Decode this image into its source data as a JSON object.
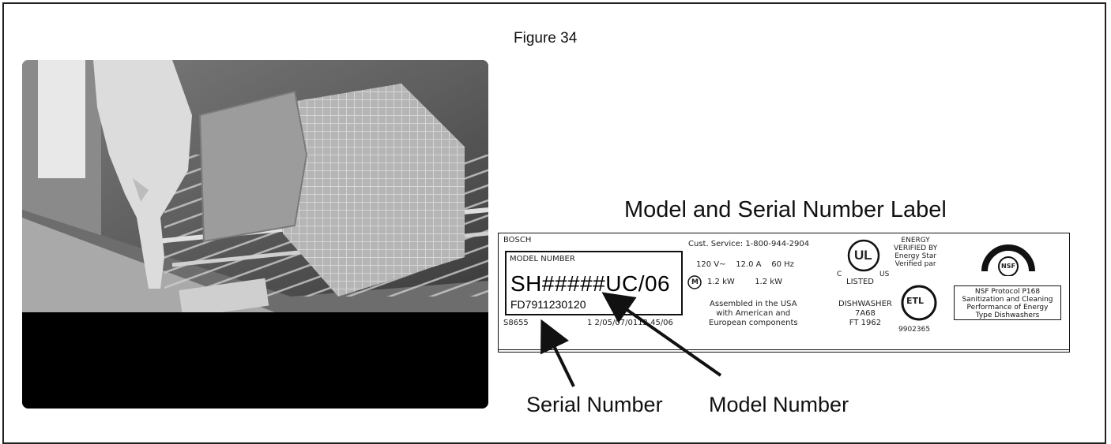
{
  "figure_label": "Figure 34",
  "label_title": "Model and Serial Number Label",
  "photo": {
    "description_icon": "dishwasher-basket-photo"
  },
  "plate": {
    "brand": "BOSCH",
    "model_heading": "MODEL NUMBER",
    "model_number": "SH#####UC/06",
    "serial_number": "FD7911230120",
    "small_left": "S8655",
    "small_codes": "1 2/05/07/0112 45/06",
    "service_line": "Cust. Service: 1-800-944-2904",
    "volt_line": "120 V~    12.0 A    60 Hz",
    "motor_line": "1.2 kW        1.2 kW",
    "assembled_line": "Assembled in the USA\nwith American and\nEuropean components",
    "dishwasher_line": "DISHWASHER\n7A68\nFT 1962",
    "ul_listed": "LISTED",
    "ul_c": "C",
    "ul_us": "US",
    "etl_code": "9902365",
    "energy": "ENERGY\nVERIFIED BY\nEnergy Star\nVerified par",
    "nsf_text": "NSF Protocol P168\nSanitization and Cleaning\nPerformance of Energy\nType Dishwashers",
    "nsf_badge": "NSF",
    "ul_badge": "UL",
    "etl_badge": "ETL",
    "m_badge": "M"
  },
  "annotations": {
    "serial_label": "Serial Number",
    "model_label": "Model Number"
  }
}
